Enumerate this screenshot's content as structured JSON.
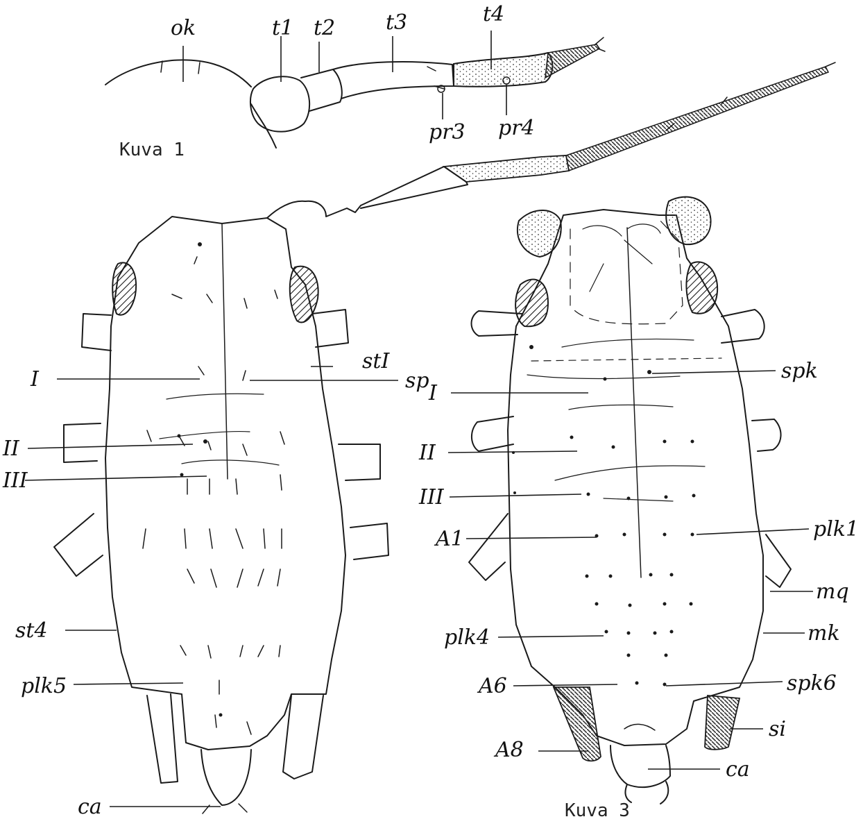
{
  "figure1": {
    "caption": "Kuva 1",
    "labels": {
      "ok": "ok",
      "t1": "t1",
      "t2": "t2",
      "t3": "t3",
      "t4": "t4",
      "pr3": "pr3",
      "pr4": "pr4"
    }
  },
  "figure2": {
    "labels": {
      "I": "I",
      "II": "II",
      "III": "III",
      "sp": "sp",
      "stI": "stI",
      "st4": "st4",
      "plk5": "plk5",
      "ca": "ca"
    }
  },
  "figure3": {
    "caption": "Kuva 3",
    "labels": {
      "I": "I",
      "II": "II",
      "III": "III",
      "A1": "A1",
      "A6": "A6",
      "A8": "A8",
      "plk4": "plk4",
      "spk": "spk",
      "plk1": "plk1",
      "mq": "mq",
      "mk": "mk",
      "spk6": "spk6",
      "si": "si",
      "ca": "ca"
    }
  },
  "colors": {
    "ink": "#1a1a1a",
    "paper": "#ffffff"
  }
}
